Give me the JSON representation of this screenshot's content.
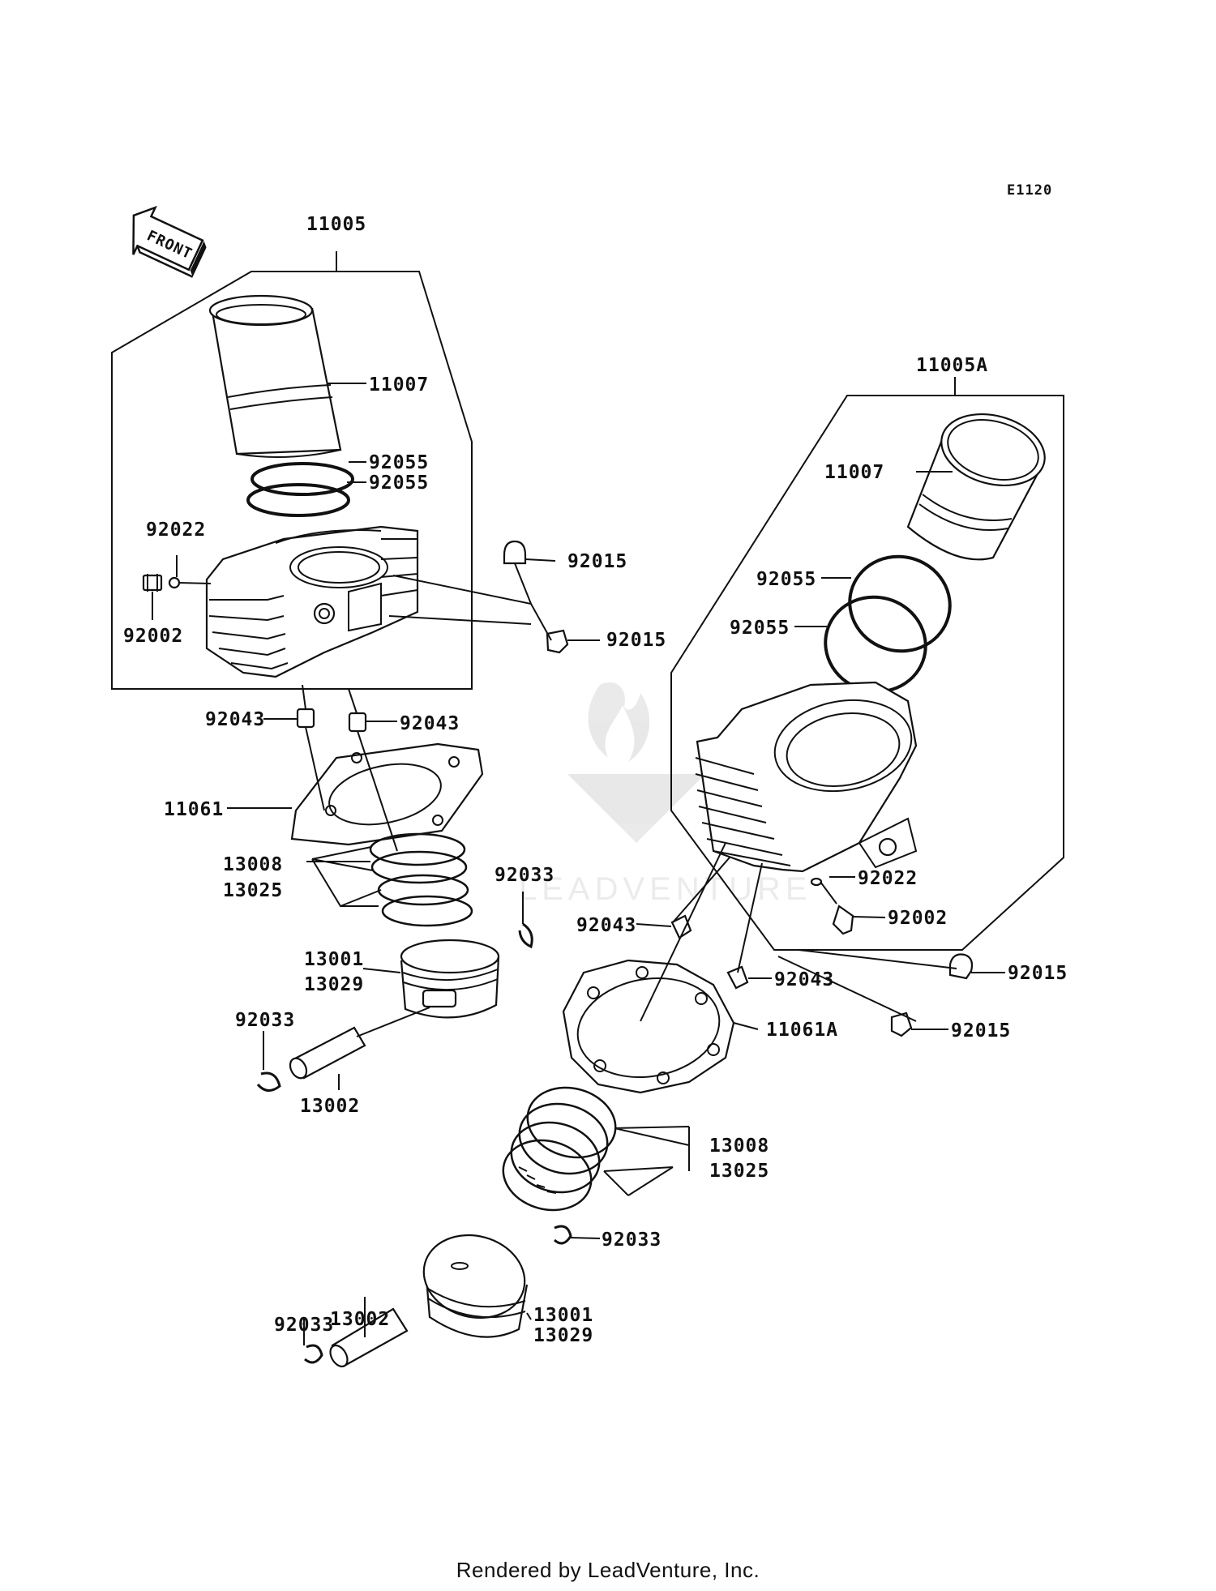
{
  "diagram": {
    "diagram_code": "E1120",
    "front_arrow_label": "FRONT",
    "watermark_text": "LEADVENTURE",
    "labels": {
      "l_11005": "11005",
      "l_11007_a": "11007",
      "l_92055_a1": "92055",
      "l_92055_a2": "92055",
      "l_92022_a": "92022",
      "l_92002_a": "92002",
      "l_92015_a1": "92015",
      "l_92015_a2": "92015",
      "l_92043_a1": "92043",
      "l_92043_a2": "92043",
      "l_11061": "11061",
      "l_13008_a": "13008",
      "l_13025_a": "13025",
      "l_92033_a1": "92033",
      "l_13001_a": "13001",
      "l_13029_a": "13029",
      "l_92033_a2": "92033",
      "l_13002_a": "13002",
      "l_11005A": "11005A",
      "l_11007_b": "11007",
      "l_92055_b1": "92055",
      "l_92055_b2": "92055",
      "l_92022_b": "92022",
      "l_92002_b": "92002",
      "l_92043_b1": "92043",
      "l_92043_b2": "92043",
      "l_92015_b1": "92015",
      "l_92015_b2": "92015",
      "l_11061A": "11061A",
      "l_13008_b": "13008",
      "l_13025_b": "13025",
      "l_92033_b1": "92033",
      "l_13002_b": "13002",
      "l_13001_b": "13001",
      "l_13029_b": "13029",
      "l_92033_b2": "92033"
    }
  },
  "footer": {
    "rendered_by": "Rendered by LeadVenture, Inc."
  }
}
